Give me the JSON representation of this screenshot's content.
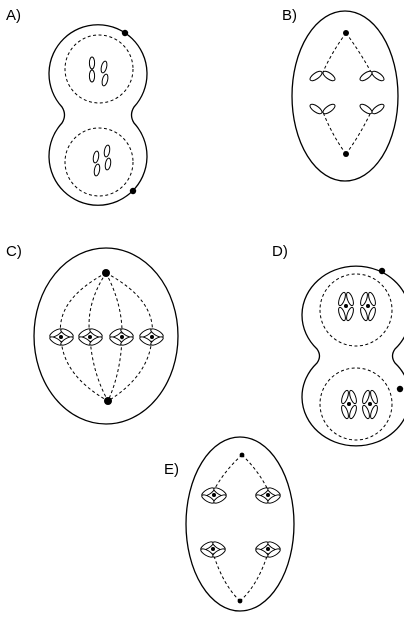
{
  "panels": [
    {
      "label": "A)",
      "phase": "telophase"
    },
    {
      "label": "B)",
      "phase": "anaphase"
    },
    {
      "label": "C)",
      "phase": "metaphase"
    },
    {
      "label": "D)",
      "phase": "telophase"
    },
    {
      "label": "E)",
      "phase": "anaphase"
    }
  ],
  "colors": {
    "line": "#000000",
    "background": "#ffffff"
  }
}
